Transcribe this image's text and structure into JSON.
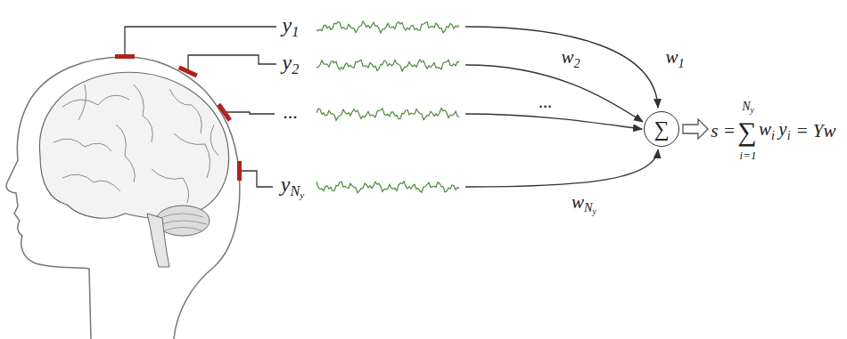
{
  "diagram": {
    "nodes": [
      {
        "text": [
          "∑"
        ]
      }
    ],
    "labels": [
      "y1",
      "y2",
      "...",
      "yNy",
      "w1",
      "w2",
      "...",
      "wNy",
      "s =",
      "∑",
      "Ny",
      "i=1",
      "wi",
      "yi",
      "= Yw"
    ]
  }
}
